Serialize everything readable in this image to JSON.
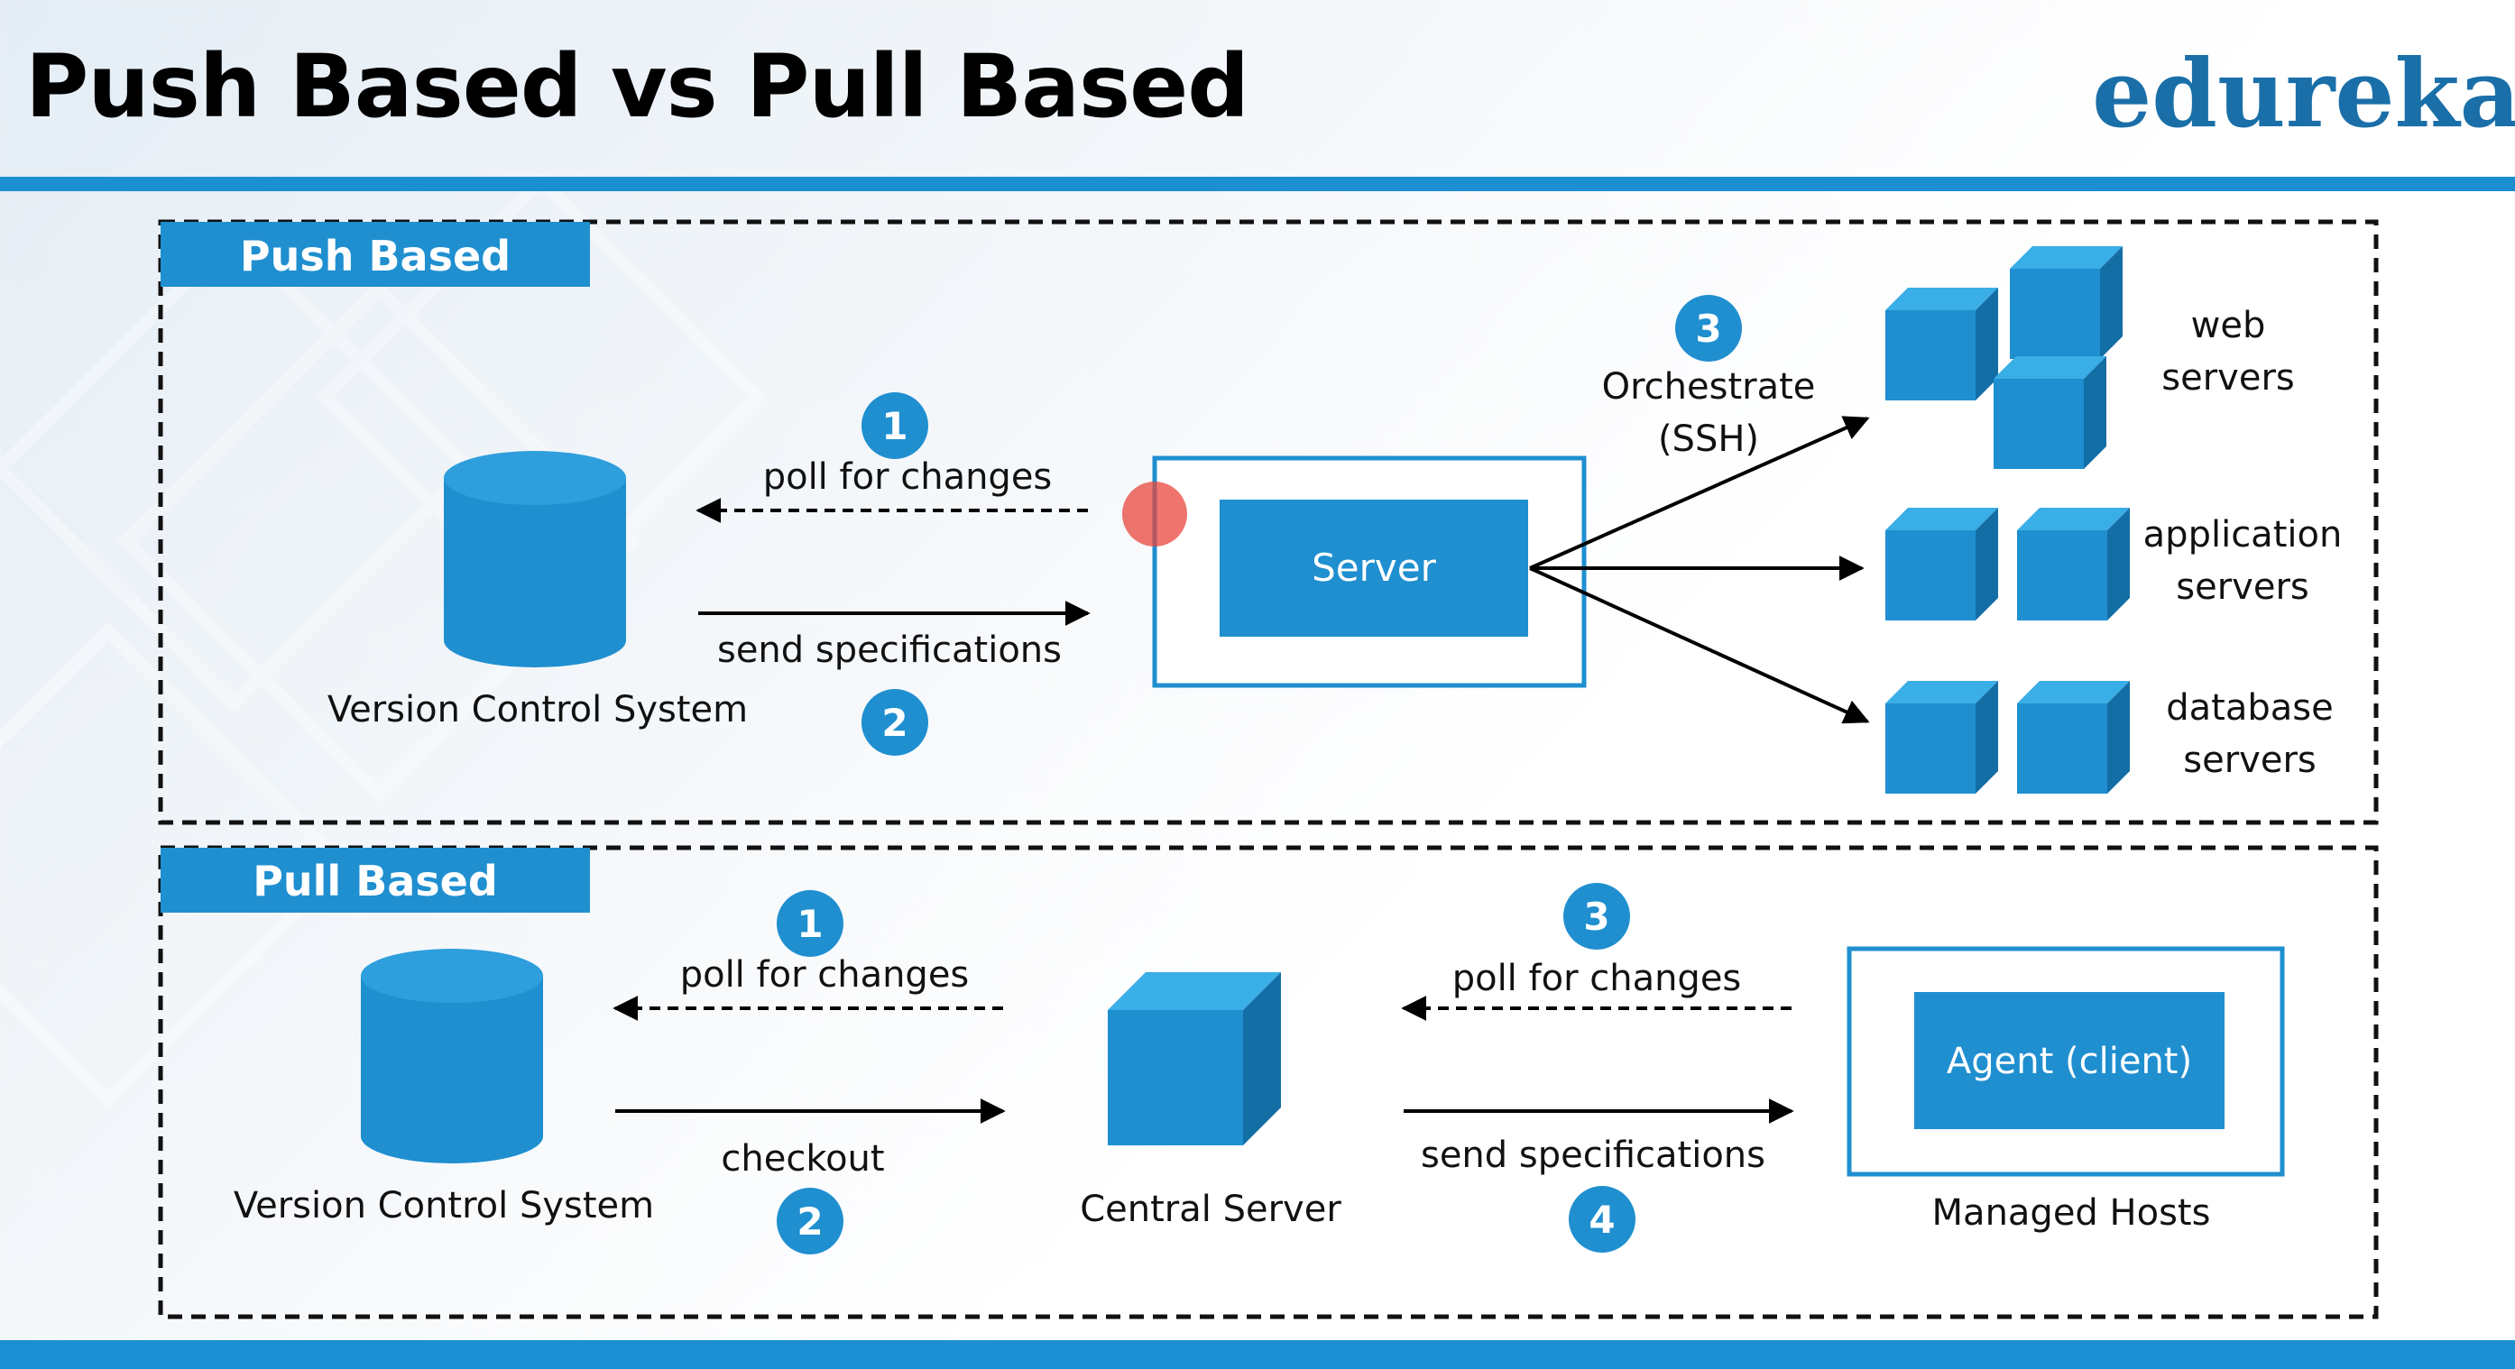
{
  "header": {
    "title": "Push Based vs Pull Based",
    "logo_text": "edureka"
  },
  "colors": {
    "primary": "#1f8fd0",
    "primary_dark": "#156aa0",
    "accent_bar": "#1b8fd2",
    "pointer": "#e8453c"
  },
  "push": {
    "label": "Push Based",
    "vcs_label": "Version Control System",
    "server_label": "Server",
    "step1": {
      "num": "1",
      "text": "poll for changes"
    },
    "step2": {
      "num": "2",
      "text": "send specifications"
    },
    "step3": {
      "num": "3",
      "text_line1": "Orchestrate",
      "text_line2": "(SSH)"
    },
    "targets": [
      {
        "line1": "web",
        "line2": "servers"
      },
      {
        "line1": "application",
        "line2": "servers"
      },
      {
        "line1": "database",
        "line2": "servers"
      }
    ]
  },
  "pull": {
    "label": "Pull Based",
    "vcs_label": "Version Control System",
    "central_label": "Central Server",
    "agent_label": "Agent (client)",
    "hosts_label": "Managed Hosts",
    "step1": {
      "num": "1",
      "text": "poll for changes"
    },
    "step2": {
      "num": "2",
      "text": "checkout"
    },
    "step3": {
      "num": "3",
      "text": "poll for changes"
    },
    "step4": {
      "num": "4",
      "text": "send specifications"
    }
  }
}
